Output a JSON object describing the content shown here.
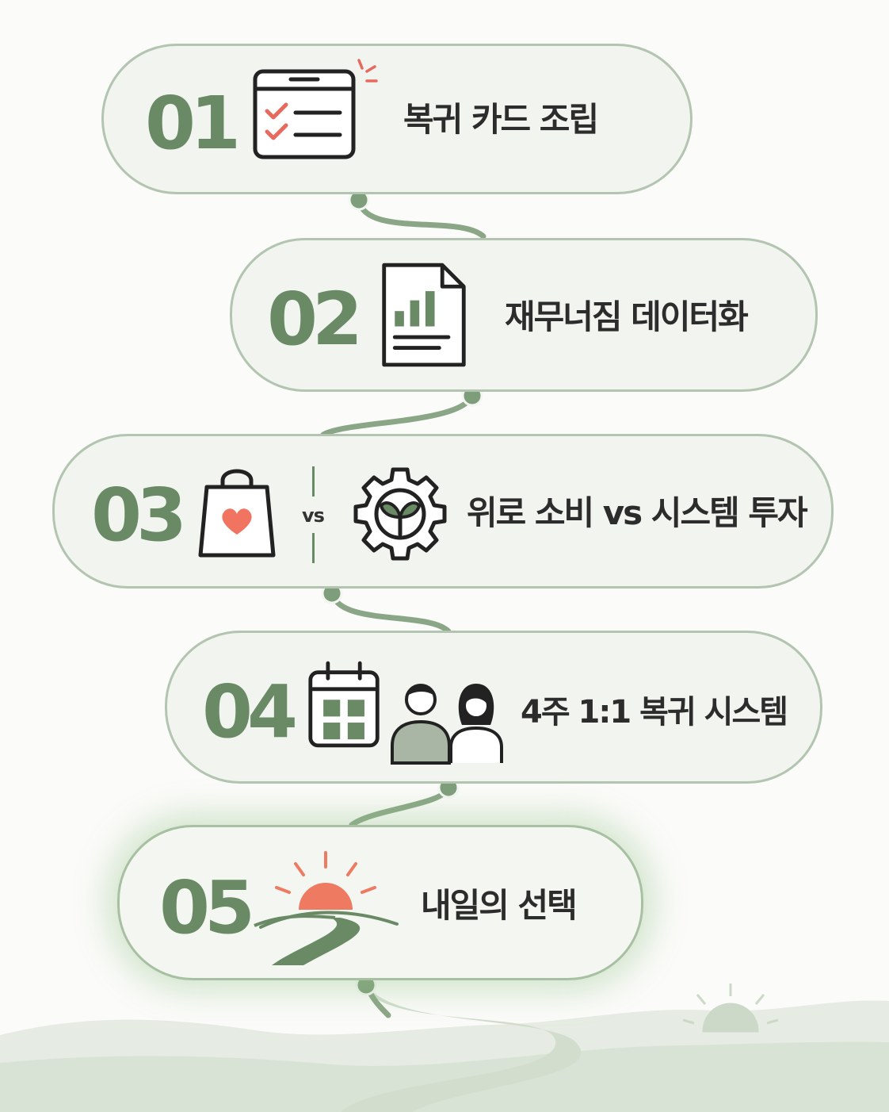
{
  "steps": [
    {
      "number": "01",
      "label": "복귀 카드 조립",
      "icons": [
        "checklist-window-icon"
      ]
    },
    {
      "number": "02",
      "label": "재무너짐 데이터화",
      "icons": [
        "bar-chart-document-icon"
      ]
    },
    {
      "number": "03",
      "label": "위로 소비 vs 시스템 투자",
      "icons": [
        "shopping-bag-heart-icon",
        "gear-sprout-icon"
      ],
      "comparison": "vs"
    },
    {
      "number": "04",
      "label": "4주 1:1 복귀 시스템",
      "icons": [
        "calendar-icon",
        "two-people-icon"
      ]
    },
    {
      "number": "05",
      "label": "내일의 선택",
      "icons": [
        "sunrise-road-icon"
      ]
    }
  ],
  "colors": {
    "accent_green": "#6a8a66",
    "connector": "#8aa686",
    "card_border": "#b3c4b0",
    "card_fill": "#f2f4f0",
    "check_red": "#e86a5e",
    "heart": "#f07460",
    "sun": "#ef7a62",
    "text": "#2c2c2c"
  }
}
